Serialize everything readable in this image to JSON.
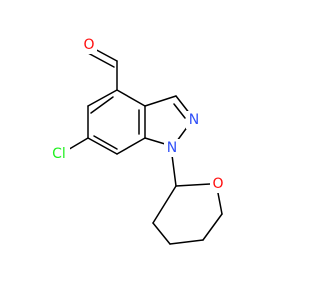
{
  "molecule": {
    "atoms": {
      "oxygen_aldehyde": {
        "symbol": "O",
        "color": "#ff0d0d"
      },
      "nitrogen_n2": {
        "symbol": "N",
        "color": "#3050f8"
      },
      "nitrogen_n1": {
        "symbol": "N",
        "color": "#3050f8"
      },
      "chlorine": {
        "symbol": "Cl",
        "color": "#1ff01f"
      },
      "oxygen_ring": {
        "symbol": "O",
        "color": "#ff0d0d"
      }
    }
  }
}
